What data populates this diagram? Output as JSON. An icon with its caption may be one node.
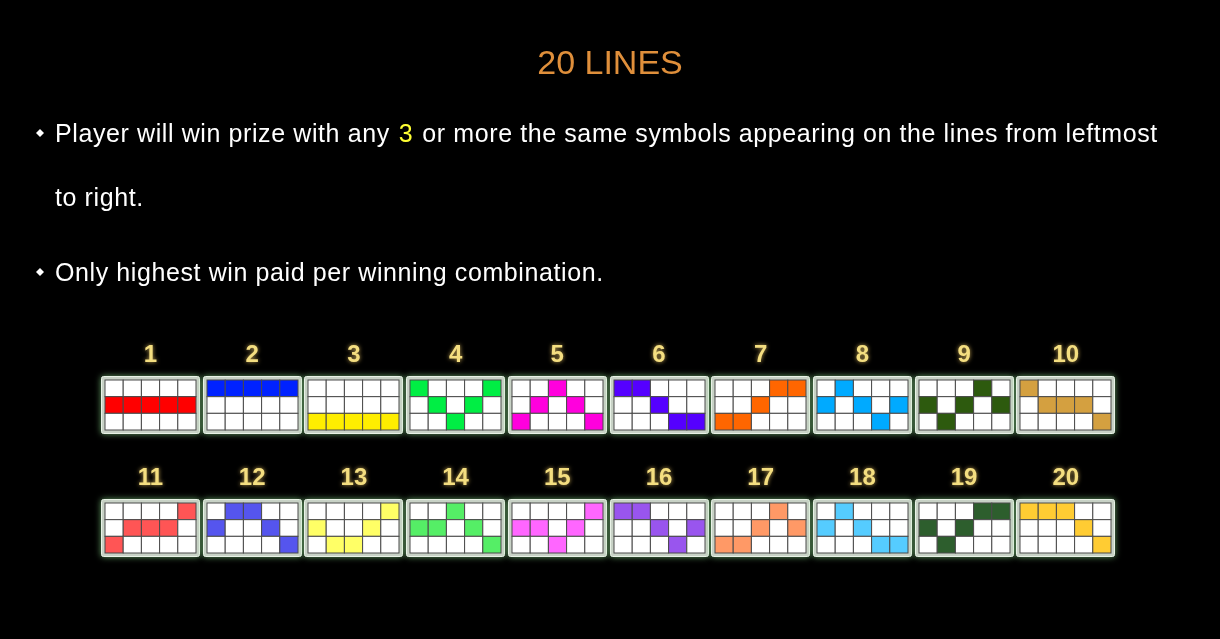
{
  "diagram": {
    "title": "20 LINES",
    "nodes": [
      {
        "text": [
          "1"
        ]
      },
      {
        "text": [
          "2"
        ]
      },
      {
        "text": [
          "3"
        ]
      },
      {
        "text": [
          "4"
        ]
      },
      {
        "text": [
          "5"
        ]
      },
      {
        "text": [
          "6"
        ]
      },
      {
        "text": [
          "7"
        ]
      },
      {
        "text": [
          "8"
        ]
      },
      {
        "text": [
          "9"
        ]
      },
      {
        "text": [
          "10"
        ]
      },
      {
        "text": [
          "11"
        ]
      },
      {
        "text": [
          "12"
        ]
      },
      {
        "text": [
          "13"
        ]
      },
      {
        "text": [
          "14"
        ]
      },
      {
        "text": [
          "15"
        ]
      },
      {
        "text": [
          "16"
        ]
      },
      {
        "text": [
          "17"
        ]
      },
      {
        "text": [
          "18"
        ]
      },
      {
        "text": [
          "19"
        ]
      },
      {
        "text": [
          "20"
        ]
      }
    ],
    "labels": [
      "Player will win prize with any",
      "3",
      "or more the same symbols appearing on the lines from leftmost to right.",
      "Only highest win paid per winning combination."
    ]
  }
}
